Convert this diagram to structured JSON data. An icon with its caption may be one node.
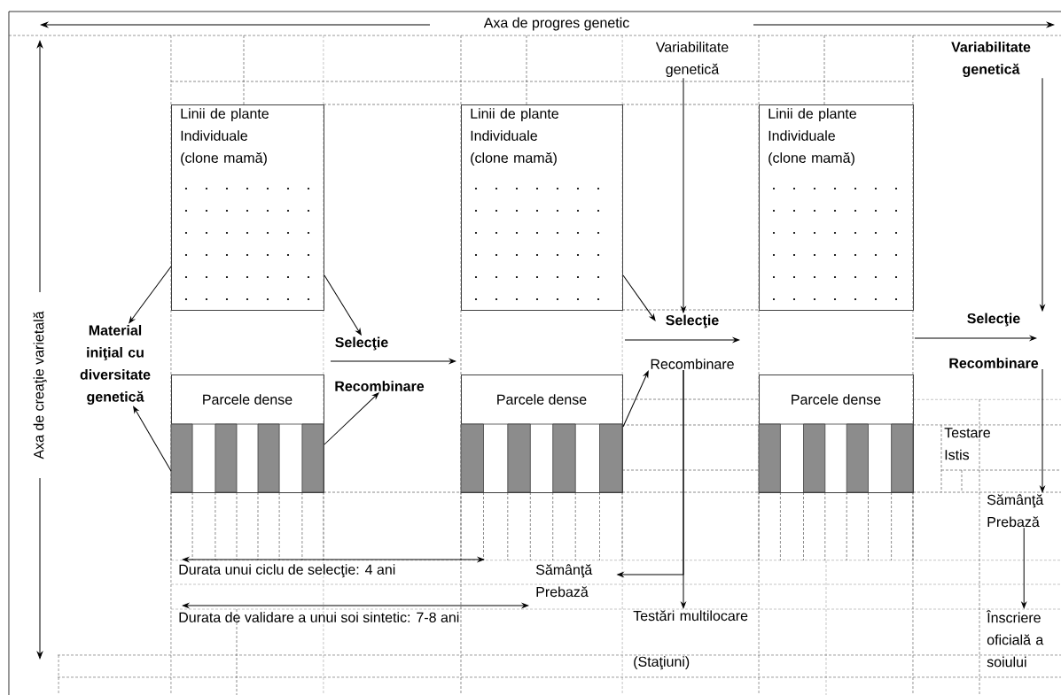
{
  "diagram": {
    "nodes": [
      {
        "text": [
          "Linii de plante Individuale (clone mamă)"
        ]
      },
      {
        "text": [
          "Linii de plante Individuale (clone mamă)"
        ]
      },
      {
        "text": [
          "Linii de plante Individuale (clone mamă)"
        ]
      },
      {
        "text": [
          "Parcele dense"
        ]
      },
      {
        "text": [
          "Parcele dense"
        ]
      },
      {
        "text": [
          "Parcele dense"
        ]
      },
      {
        "text": [
          "Material iniţial cu diversitate genetică"
        ]
      },
      {
        "text": [
          "Selecţie"
        ]
      },
      {
        "text": [
          "Recombinare"
        ]
      },
      {
        "text": [
          "Variabilitate genetică"
        ]
      },
      {
        "text": [
          "Selecţie"
        ]
      },
      {
        "text": [
          "Recombinare"
        ]
      },
      {
        "text": [
          "Variabilitate genetică"
        ]
      },
      {
        "text": [
          "Selecţie"
        ]
      },
      {
        "text": [
          "Recombinare"
        ]
      },
      {
        "text": [
          "Testare Istis"
        ]
      },
      {
        "text": [
          "Sămânţă Prebază"
        ]
      },
      {
        "text": [
          "Sămânţă Prebază"
        ]
      },
      {
        "text": [
          "Testări multilocare"
        ]
      },
      {
        "text": [
          "Înscriere oficială a soiului"
        ]
      }
    ],
    "edges": [
      {
        "from": 0,
        "to": 6,
        "arrow": "to"
      },
      {
        "from": 3,
        "to": 6,
        "arrow": "to"
      },
      {
        "from": 0,
        "to": 7,
        "arrow": "to"
      },
      {
        "from": 3,
        "to": 8,
        "arrow": "to"
      },
      {
        "from": 1,
        "to": 10,
        "arrow": "to"
      },
      {
        "from": 4,
        "to": 11,
        "arrow": "to"
      },
      {
        "from": 9,
        "to": 10,
        "arrow": "to"
      },
      {
        "from": 11,
        "to": 18,
        "arrow": "to"
      },
      {
        "from": 11,
        "to": 17,
        "arrow": "to"
      },
      {
        "from": 12,
        "to": 13,
        "arrow": "to"
      },
      {
        "from": 14,
        "to": 16,
        "arrow": "to"
      },
      {
        "from": 16,
        "to": 19,
        "arrow": "to"
      }
    ],
    "labels": [
      "Axa de progres genetic",
      "Axa de creaţie varietală",
      "Durata unui ciclu de selecţie: 4 ani",
      "Durata de validare a unui soi sintetic: 7-8 ani",
      "(Staţiuni)"
    ]
  }
}
